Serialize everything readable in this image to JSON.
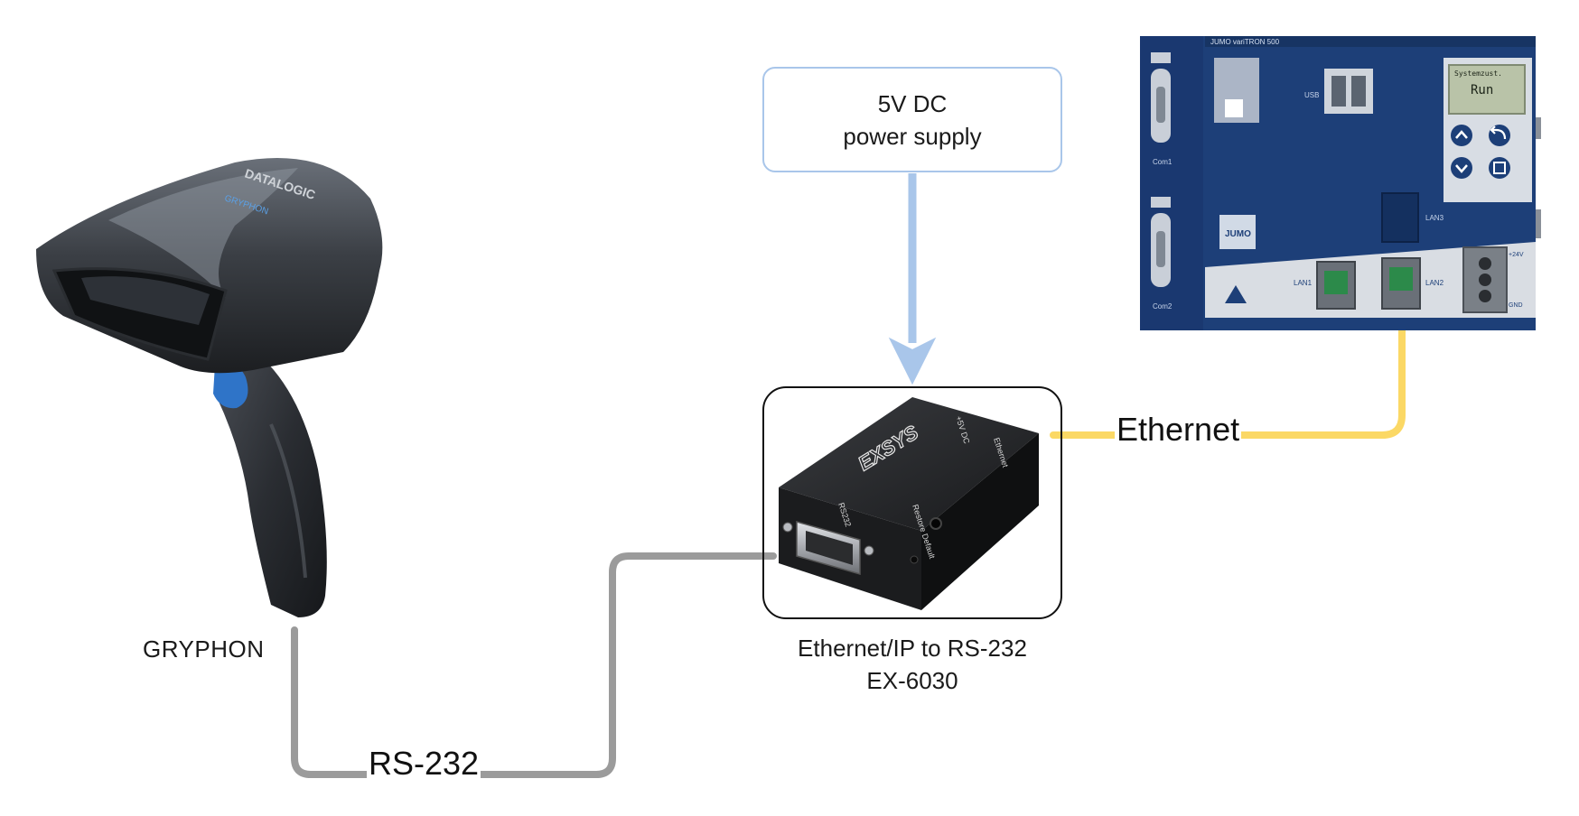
{
  "power_supply": {
    "line1": "5V DC",
    "line2": "power supply"
  },
  "converter": {
    "line1": "Ethernet/IP to RS-232",
    "line2": "EX-6030",
    "logo_text": "EXSYS",
    "port_label_rs232": "RS232",
    "port_label_reset": "Restore Default",
    "port_label_power": "+5V DC",
    "port_label_ethernet": "Ethernet"
  },
  "scanner": {
    "caption": "GRYPHON",
    "brand_text": "DATALOGIC",
    "model_text": "GRYPHON"
  },
  "controller": {
    "header_text": "JUMO variTRON 500",
    "display_title": "Systemzust.",
    "display_value": "Run",
    "usb_label": "USB",
    "com1_label": "Com1",
    "com2_label": "Com2",
    "lan1_label": "LAN1",
    "lan2_label": "LAN2",
    "lan3_label": "LAN3",
    "plus24_label": "+24V",
    "gnd_label": "GND",
    "badge_text": "JUMO"
  },
  "connections": {
    "ethernet_label": "Ethernet",
    "rs232_label": "RS-232"
  },
  "colors": {
    "ethernet_wire": "#fbd865",
    "rs232_wire": "#9b9b9b",
    "power_arrow": "#a9c6ea",
    "controller_body": "#1d3f78",
    "controller_panel": "#d9dde3",
    "scanner_accent": "#2f74c8"
  }
}
